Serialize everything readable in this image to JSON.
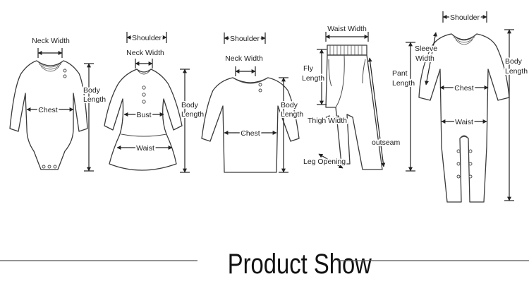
{
  "garments": {
    "bodysuit": {
      "neck_width": "Neck Width",
      "chest": "Chest",
      "body_length": [
        "Body",
        "Length"
      ]
    },
    "dress": {
      "shoulder": "Shoulder",
      "neck_width": "Neck Width",
      "bust": "Bust",
      "waist": "Waist",
      "body_length": [
        "Body",
        "Length"
      ]
    },
    "shirt": {
      "shoulder": "Shoulder",
      "neck_width": "Neck Width",
      "chest": "Chest",
      "body_length": [
        "Body",
        "Length"
      ]
    },
    "pants": {
      "waist_width": "Waist Width",
      "fly_length": [
        "Fly",
        "Length"
      ],
      "pant_length": [
        "Pant",
        "Length"
      ],
      "thigh_width": "Thigh Width",
      "outseam": "outseam",
      "leg_opening": "Leg Opening"
    },
    "romper": {
      "shoulder": "Shoulder",
      "sleeve_width": [
        "Sleeve",
        "Width"
      ],
      "body_length": [
        "Body",
        "Length"
      ],
      "chest": "Chest",
      "waist": "Waist"
    }
  },
  "footer": {
    "title": "Product Show"
  }
}
